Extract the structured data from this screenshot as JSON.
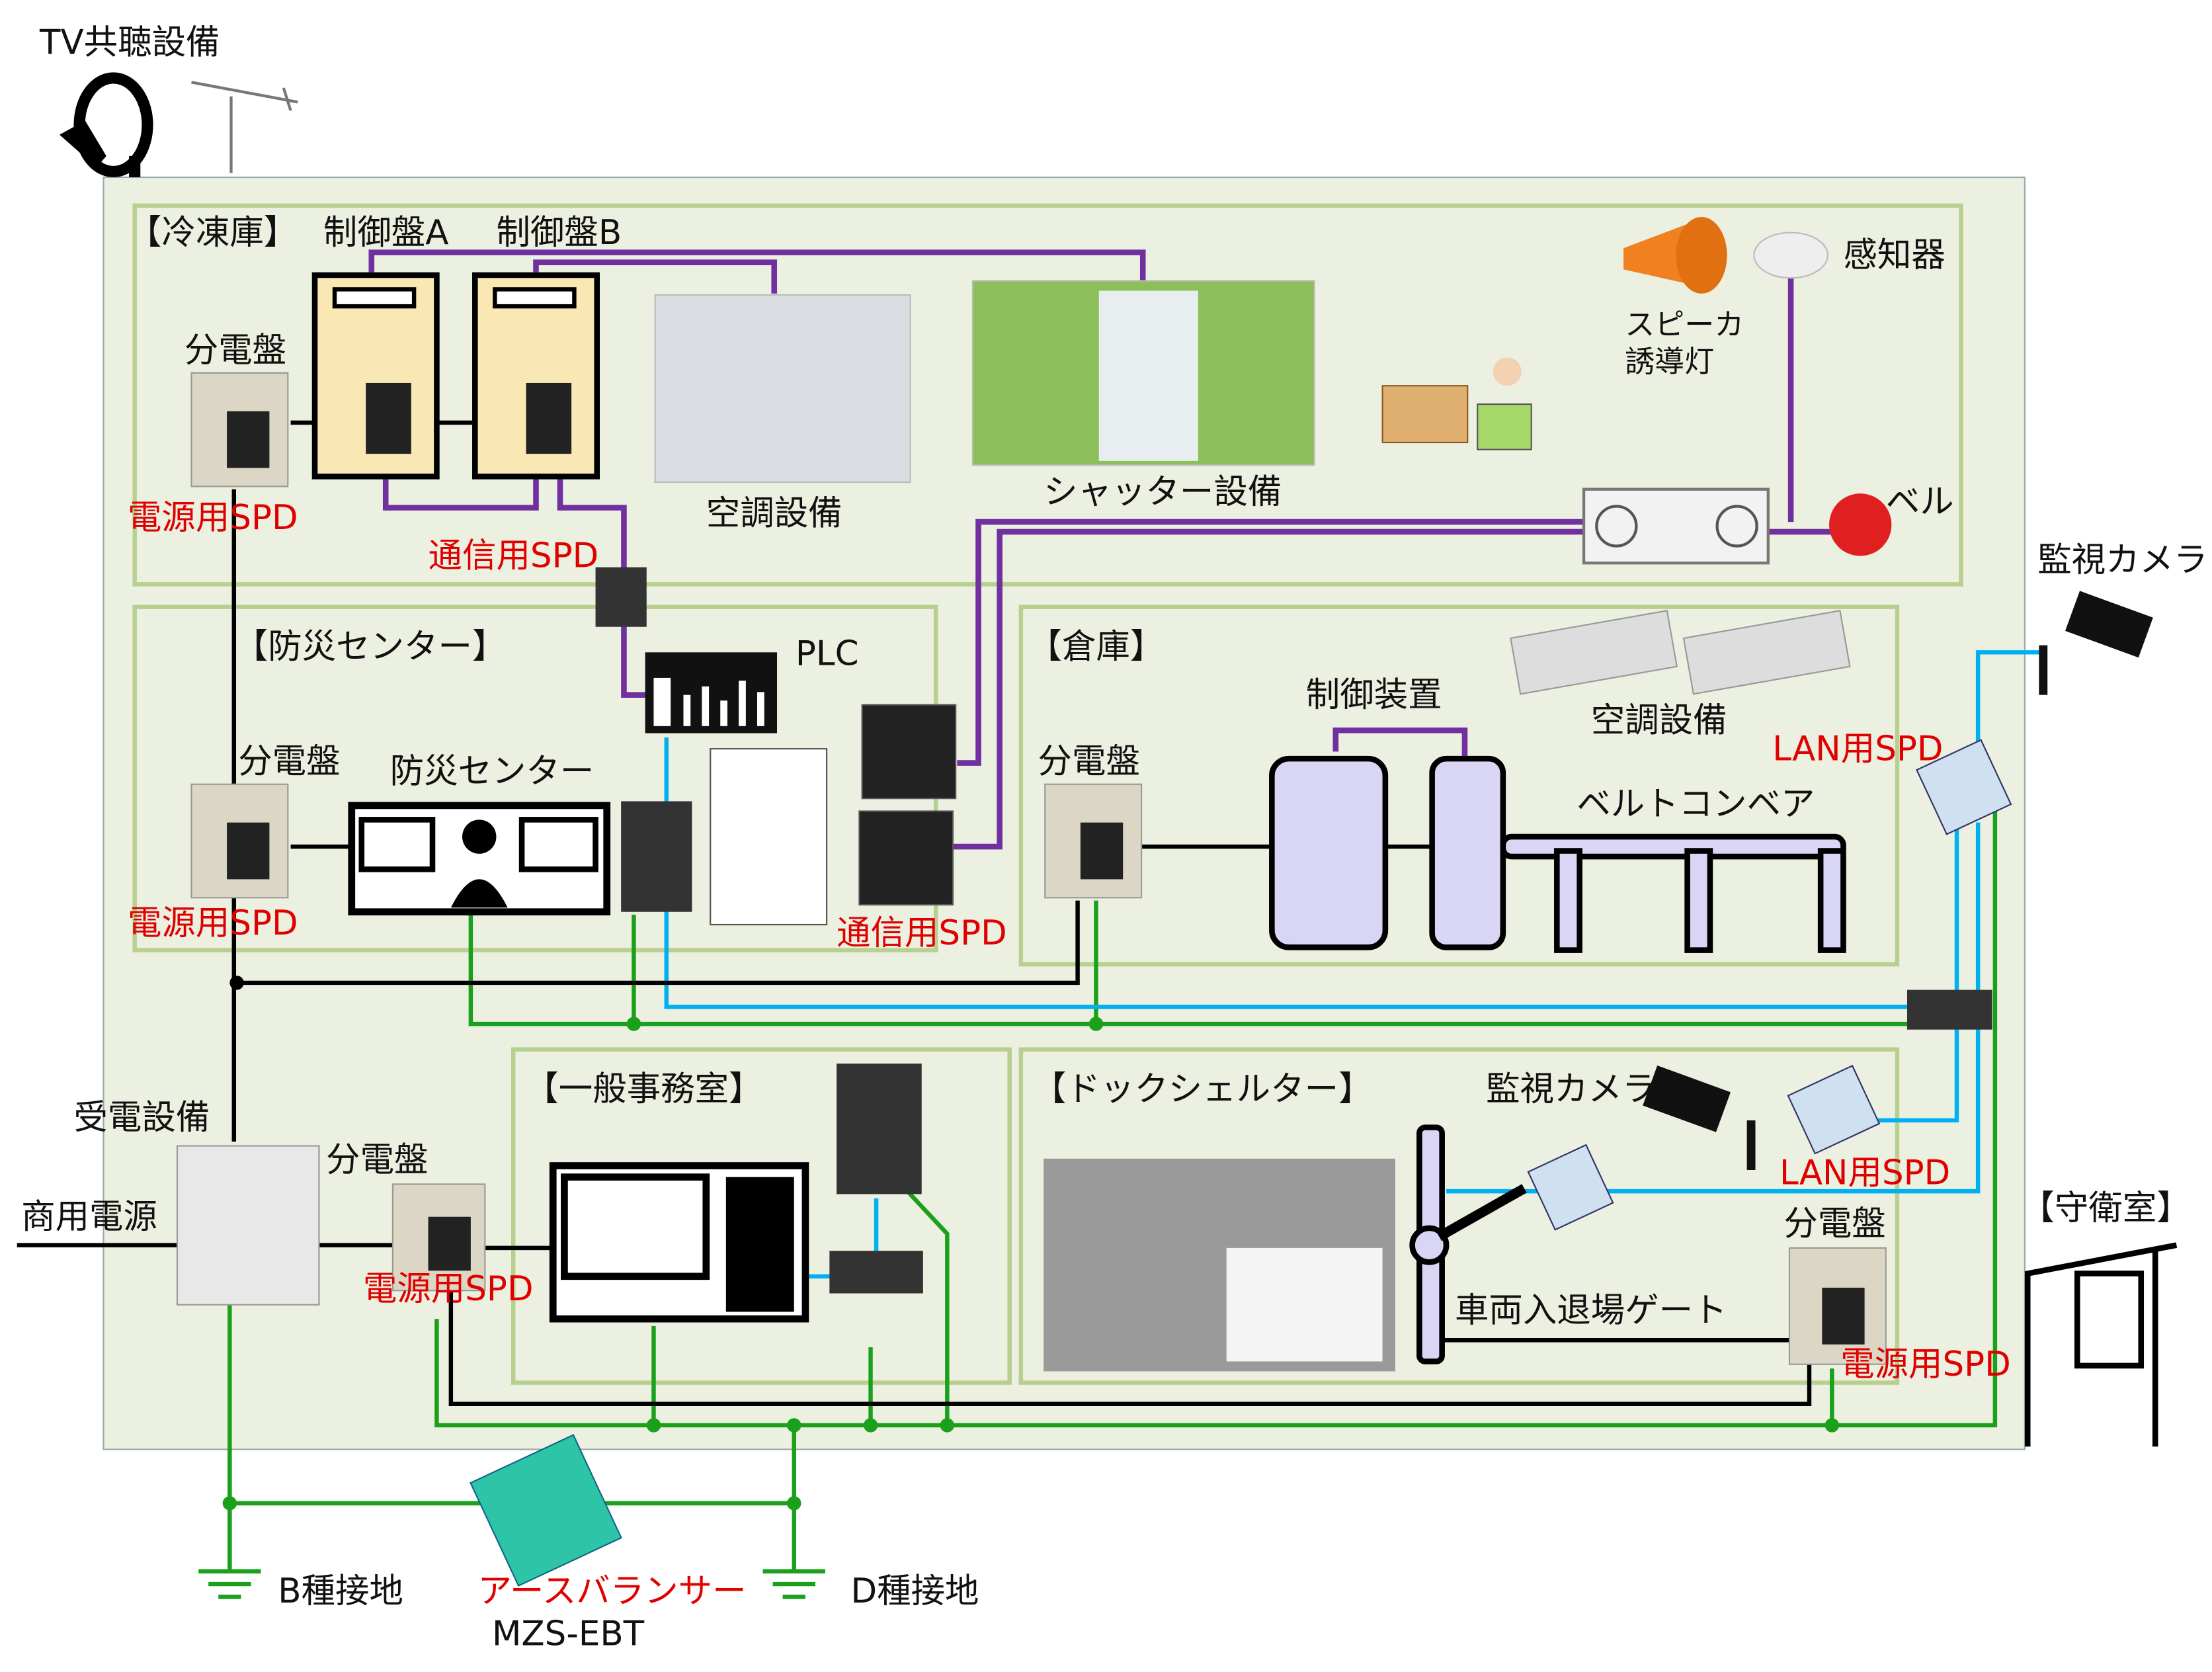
{
  "title": "TV共聴設備",
  "zones": {
    "freezer": "【冷凍庫】",
    "disaster": "【防災センター】",
    "warehouse": "【倉庫】",
    "office": "【一般事務室】",
    "dock": "【ドックシェルター】",
    "guard": "【守衛室】"
  },
  "labels": {
    "panel_a": "制御盤A",
    "panel_b": "制御盤B",
    "dist_board": "分電盤",
    "power_spd": "電源用SPD",
    "comm_spd": "通信用SPD",
    "lan_spd": "LAN用SPD",
    "hvac": "空調設備",
    "shutter": "シャッター設備",
    "speaker": "スピーカ",
    "guide_light": "誘導灯",
    "sensor": "感知器",
    "bell": "ベル",
    "camera": "監視カメラ",
    "plc": "PLC",
    "disaster_center": "防災センター",
    "controller": "制御装置",
    "conveyor": "ベルトコンベア",
    "receiving": "受電設備",
    "commercial_power": "商用電源",
    "gate": "車両入退場ゲート",
    "ground_b": "B種接地",
    "ground_d": "D種接地",
    "balancer": "アースバランサー",
    "balancer_model": "MZS-EBT"
  },
  "colors": {
    "power": "#000000",
    "comm": "#7030a0",
    "lan": "#00b0f0",
    "ground": "#1aa01a",
    "spd_label": "#e00000",
    "zone_border": "#b7d08f",
    "background": "#ebf0e0"
  }
}
